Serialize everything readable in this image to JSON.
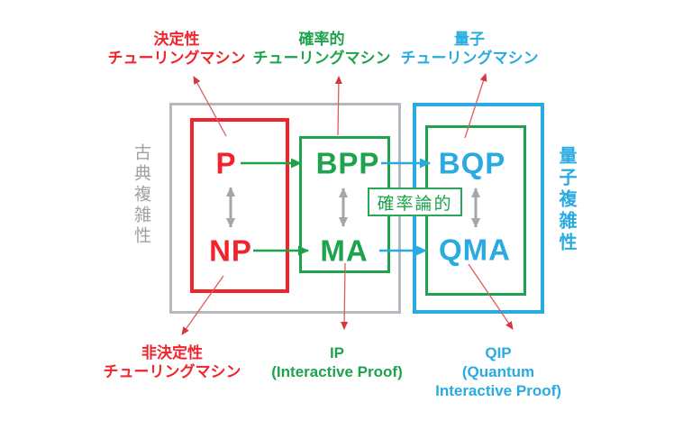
{
  "diagram_title": "complexity-classes-diagram",
  "colors": {
    "red": "#f1232b",
    "green": "#1fa24c",
    "blue": "#29abe2",
    "gray_box": "#b4b8bf",
    "gray_text": "#9ea1a5",
    "gray_arrow": "#a3a6aa",
    "annotation_arrow_red": "#e05b5b"
  },
  "top_labels": {
    "deterministic": {
      "line1": "決定性",
      "line2": "チューリングマシン"
    },
    "probabilistic": {
      "line1": "確率的",
      "line2": "チューリングマシン"
    },
    "quantum": {
      "line1": "量子",
      "line2": "チューリングマシン"
    }
  },
  "side_labels": {
    "classical_complexity": "古典複雑性",
    "quantum_complexity": "量子複雑性"
  },
  "classes": {
    "p": "P",
    "np": "NP",
    "bpp": "BPP",
    "ma": "MA",
    "bqp": "BQP",
    "qma": "QMA"
  },
  "center_tag": "確率論的",
  "bottom_labels": {
    "nondeterministic": {
      "line1": "非決定性",
      "line2": "チューリングマシン"
    },
    "ip": {
      "line1": "IP",
      "line2": "(Interactive Proof)"
    },
    "qip": {
      "line1": "QIP",
      "line2": "(Quantum",
      "line3": "Interactive Proof)"
    }
  }
}
